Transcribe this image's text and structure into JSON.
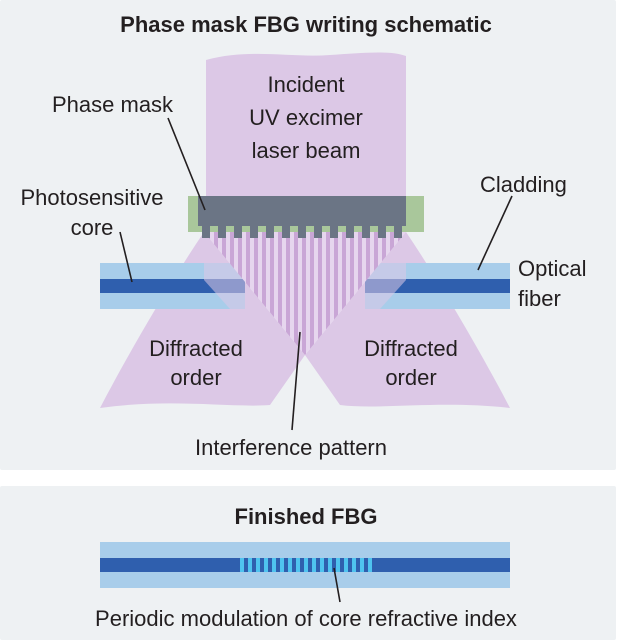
{
  "top_panel": {
    "title": "Phase mask FBG writing schematic",
    "labels": {
      "beam_line1": "Incident",
      "beam_line2": "UV excimer",
      "beam_line3": "laser beam",
      "phase_mask": "Phase mask",
      "photosensitive_line1": "Photosensitive",
      "photosensitive_line2": "core",
      "cladding": "Cladding",
      "optical_line1": "Optical",
      "optical_line2": "fiber",
      "diffracted_left_line1": "Diffracted",
      "diffracted_left_line2": "order",
      "diffracted_right_line1": "Diffracted",
      "diffracted_right_line2": "order",
      "interference": "Interference pattern"
    }
  },
  "bottom_panel": {
    "title": "Finished FBG",
    "caption": "Periodic modulation of core refractive index"
  },
  "colors": {
    "panel_bg": "#eef1f3",
    "beam": "#dcc8e6",
    "pattern_stripe": "#c9a6d6",
    "mask_dark": "#6b7585",
    "mask_border": "#a9c79b",
    "cladding": "#a8cdea",
    "core": "#2f5fae",
    "grating_light": "#4fc3ef",
    "text": "#231f20"
  }
}
